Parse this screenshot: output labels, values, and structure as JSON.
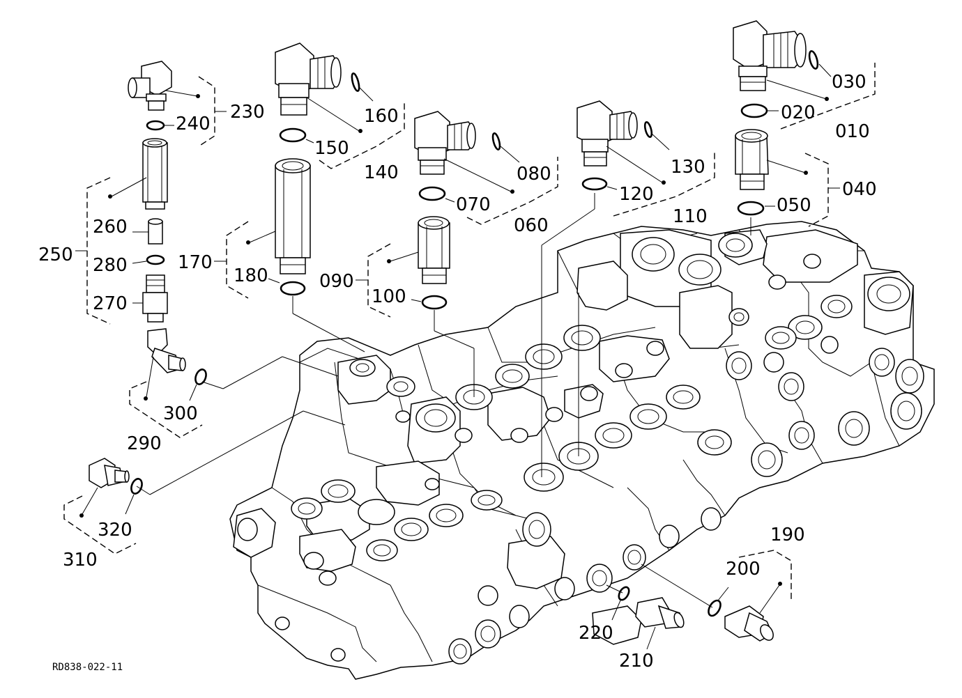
{
  "diagram": {
    "doc_code": "RD838-022-11",
    "labels": {
      "p010": "010",
      "p020": "020",
      "p030": "030",
      "p040": "040",
      "p050": "050",
      "p060": "060",
      "p070": "070",
      "p080": "080",
      "p090": "090",
      "p100": "100",
      "p110": "110",
      "p120": "120",
      "p130": "130",
      "p140": "140",
      "p150": "150",
      "p160": "160",
      "p170": "170",
      "p180": "180",
      "p190": "190",
      "p200": "200",
      "p210": "210",
      "p220": "220",
      "p230": "230",
      "p240": "240",
      "p250": "250",
      "p260": "260",
      "p270": "270",
      "p280": "280",
      "p290": "290",
      "p300": "300",
      "p310": "310",
      "p320": "320"
    }
  }
}
